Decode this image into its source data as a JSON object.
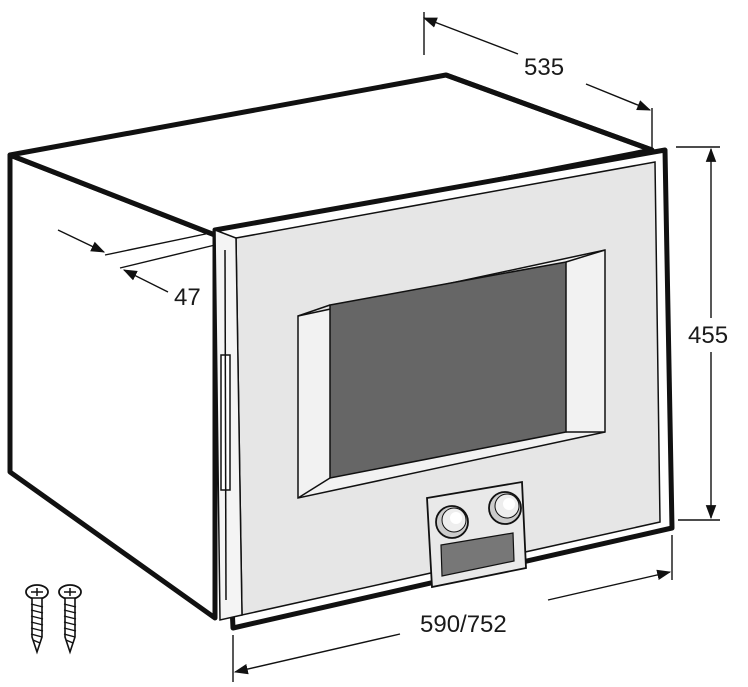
{
  "dimensions": {
    "depth": "535",
    "height": "455",
    "width": "590/752",
    "recess": "47"
  },
  "colors": {
    "line": "#111111",
    "body": "#ffffff",
    "front_panel": "#e6e6e6",
    "window": "#666666",
    "control_display": "#777777",
    "knob": "#dddddd"
  },
  "icons": {
    "mounting_screws": "screw-icon"
  }
}
